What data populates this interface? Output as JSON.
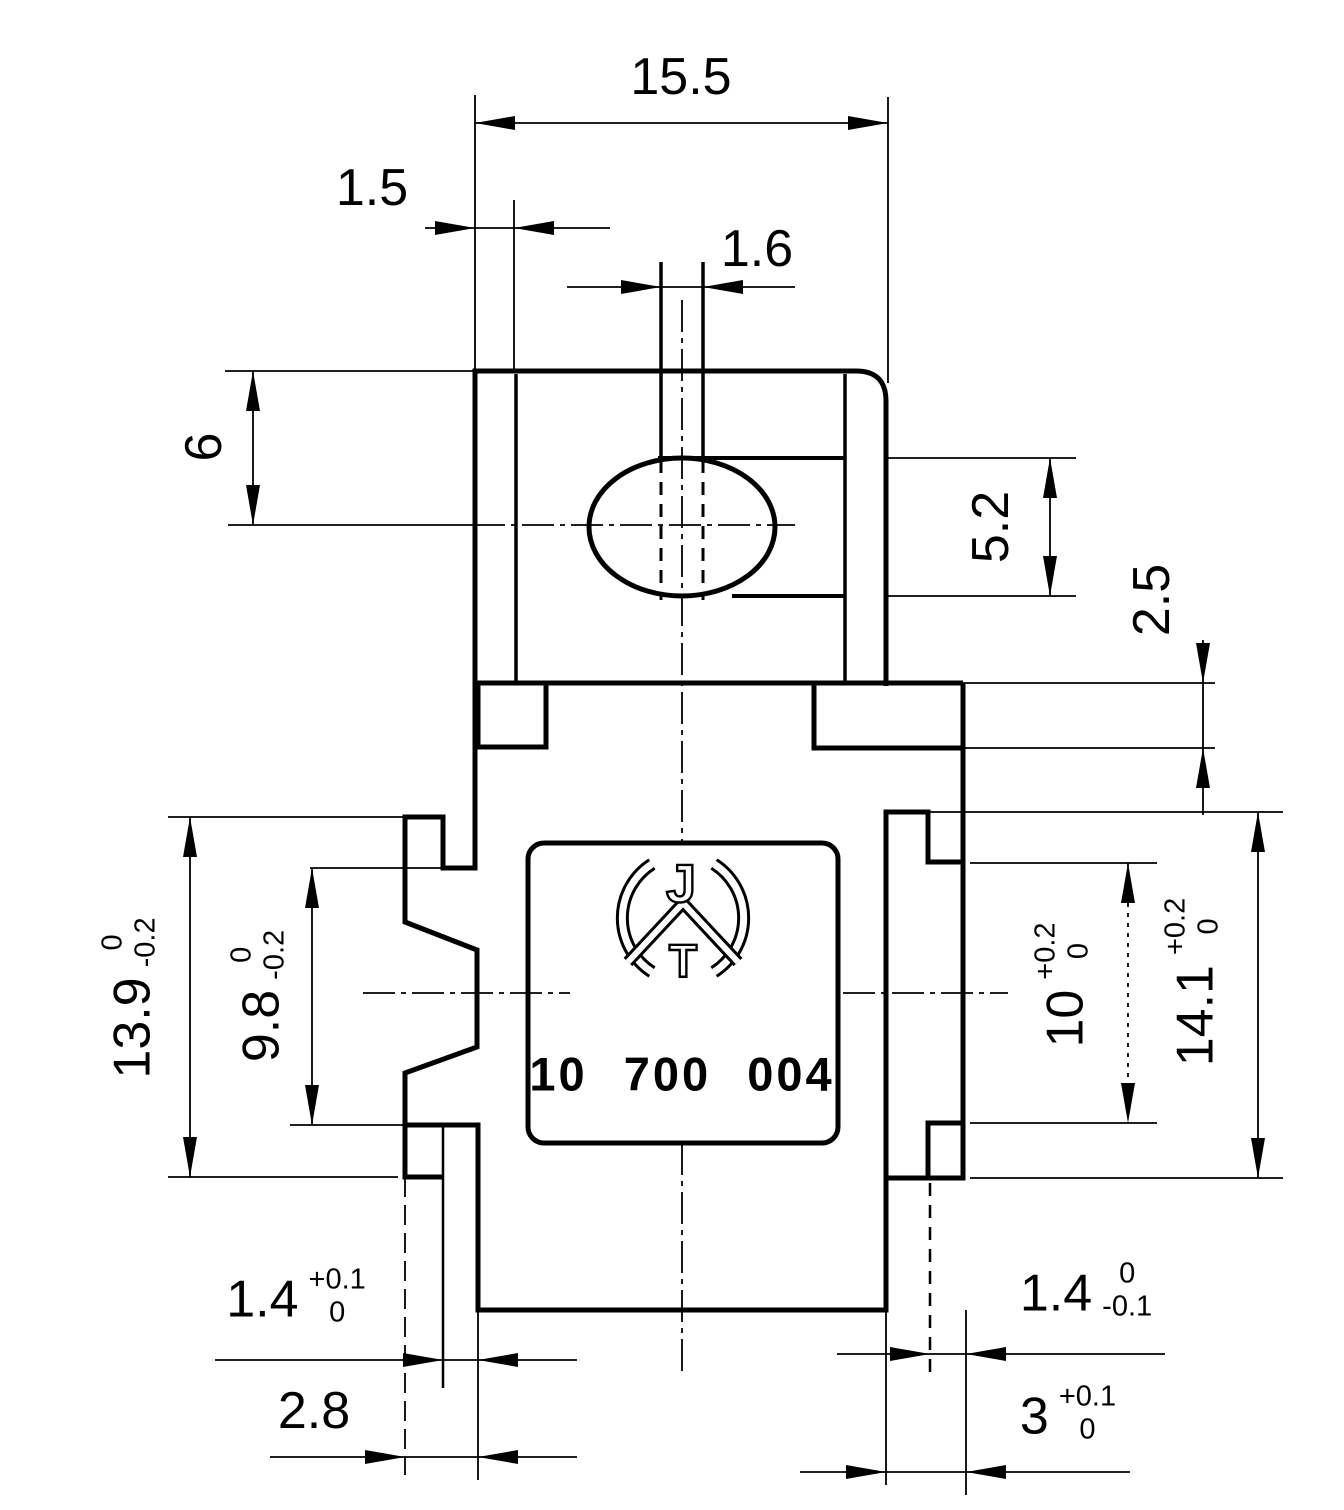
{
  "drawing": {
    "part_number": "10 700 004",
    "logo": {
      "glyph_top": "J",
      "glyph_bottom": "T"
    },
    "colors": {
      "ink": "#000000",
      "paper": "#ffffff"
    },
    "dimensions": {
      "width_top": {
        "value": "15.5"
      },
      "offset_left": {
        "value": "1.5"
      },
      "slot_width": {
        "value": "1.6"
      },
      "hole_offset": {
        "value": "6"
      },
      "hole_height": {
        "value": "5.2"
      },
      "notch_height": {
        "value": "2.5"
      },
      "left_flange": {
        "value": "13.9",
        "tol_upper": "0",
        "tol_lower": "-0.2"
      },
      "left_slot": {
        "value": "9.8",
        "tol_upper": "0",
        "tol_lower": "-0.2"
      },
      "right_slot": {
        "value": "10",
        "tol_upper": "+0.2",
        "tol_lower": "0"
      },
      "right_flange": {
        "value": "14.1",
        "tol_upper": "+0.2",
        "tol_lower": "0"
      },
      "left_leg_width": {
        "value": "1.4",
        "tol_upper": "+0.1",
        "tol_lower": "0"
      },
      "left_leg_span": {
        "value": "2.8"
      },
      "right_leg_width": {
        "value": "1.4",
        "tol_upper": "0",
        "tol_lower": "-0.1"
      },
      "right_leg_span": {
        "value": "3",
        "tol_upper": "+0.1",
        "tol_lower": "0"
      }
    }
  }
}
